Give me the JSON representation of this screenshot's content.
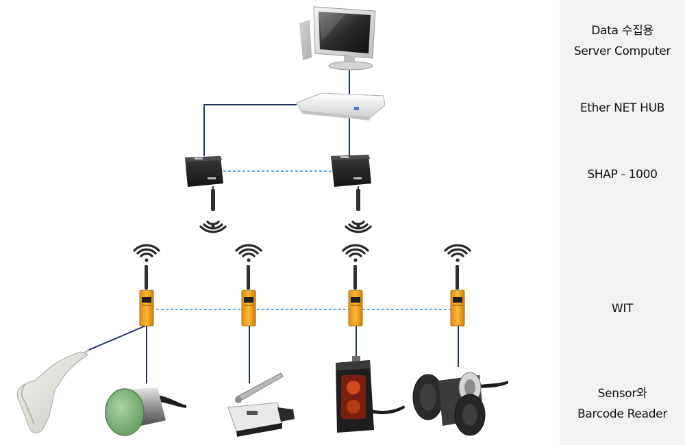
{
  "legend": {
    "server": {
      "line1": "Data 수집용",
      "line2": "Server Computer"
    },
    "hub": "Ether NET HUB",
    "gateway": "SHAP - 1000",
    "wit": "WIT",
    "sensors": {
      "line1": "Sensor와",
      "line2": "Barcode Reader"
    }
  },
  "colors": {
    "wire": "#1f3561",
    "wireless_link": "#2a8fd6",
    "wit_body": "#f5a623",
    "gateway_body": "#2b2b2b",
    "legend_bg": "#f2f2f2"
  },
  "nodes": {
    "server": {
      "icon": "desktop-computer-icon"
    },
    "hub": {
      "icon": "network-hub-icon"
    },
    "gateways": [
      {
        "icon": "gateway-box-icon"
      },
      {
        "icon": "gateway-box-icon"
      }
    ],
    "wits": [
      {
        "icon": "wit-transmitter-icon"
      },
      {
        "icon": "wit-transmitter-icon"
      },
      {
        "icon": "wit-transmitter-icon"
      },
      {
        "icon": "wit-transmitter-icon"
      }
    ],
    "sensors": [
      {
        "icon": "barcode-scanner-icon"
      },
      {
        "icon": "proximity-sensor-icon"
      },
      {
        "icon": "limit-switch-icon"
      },
      {
        "icon": "photoelectric-sensor-icon"
      },
      {
        "icon": "rotary-encoder-icon"
      }
    ]
  }
}
